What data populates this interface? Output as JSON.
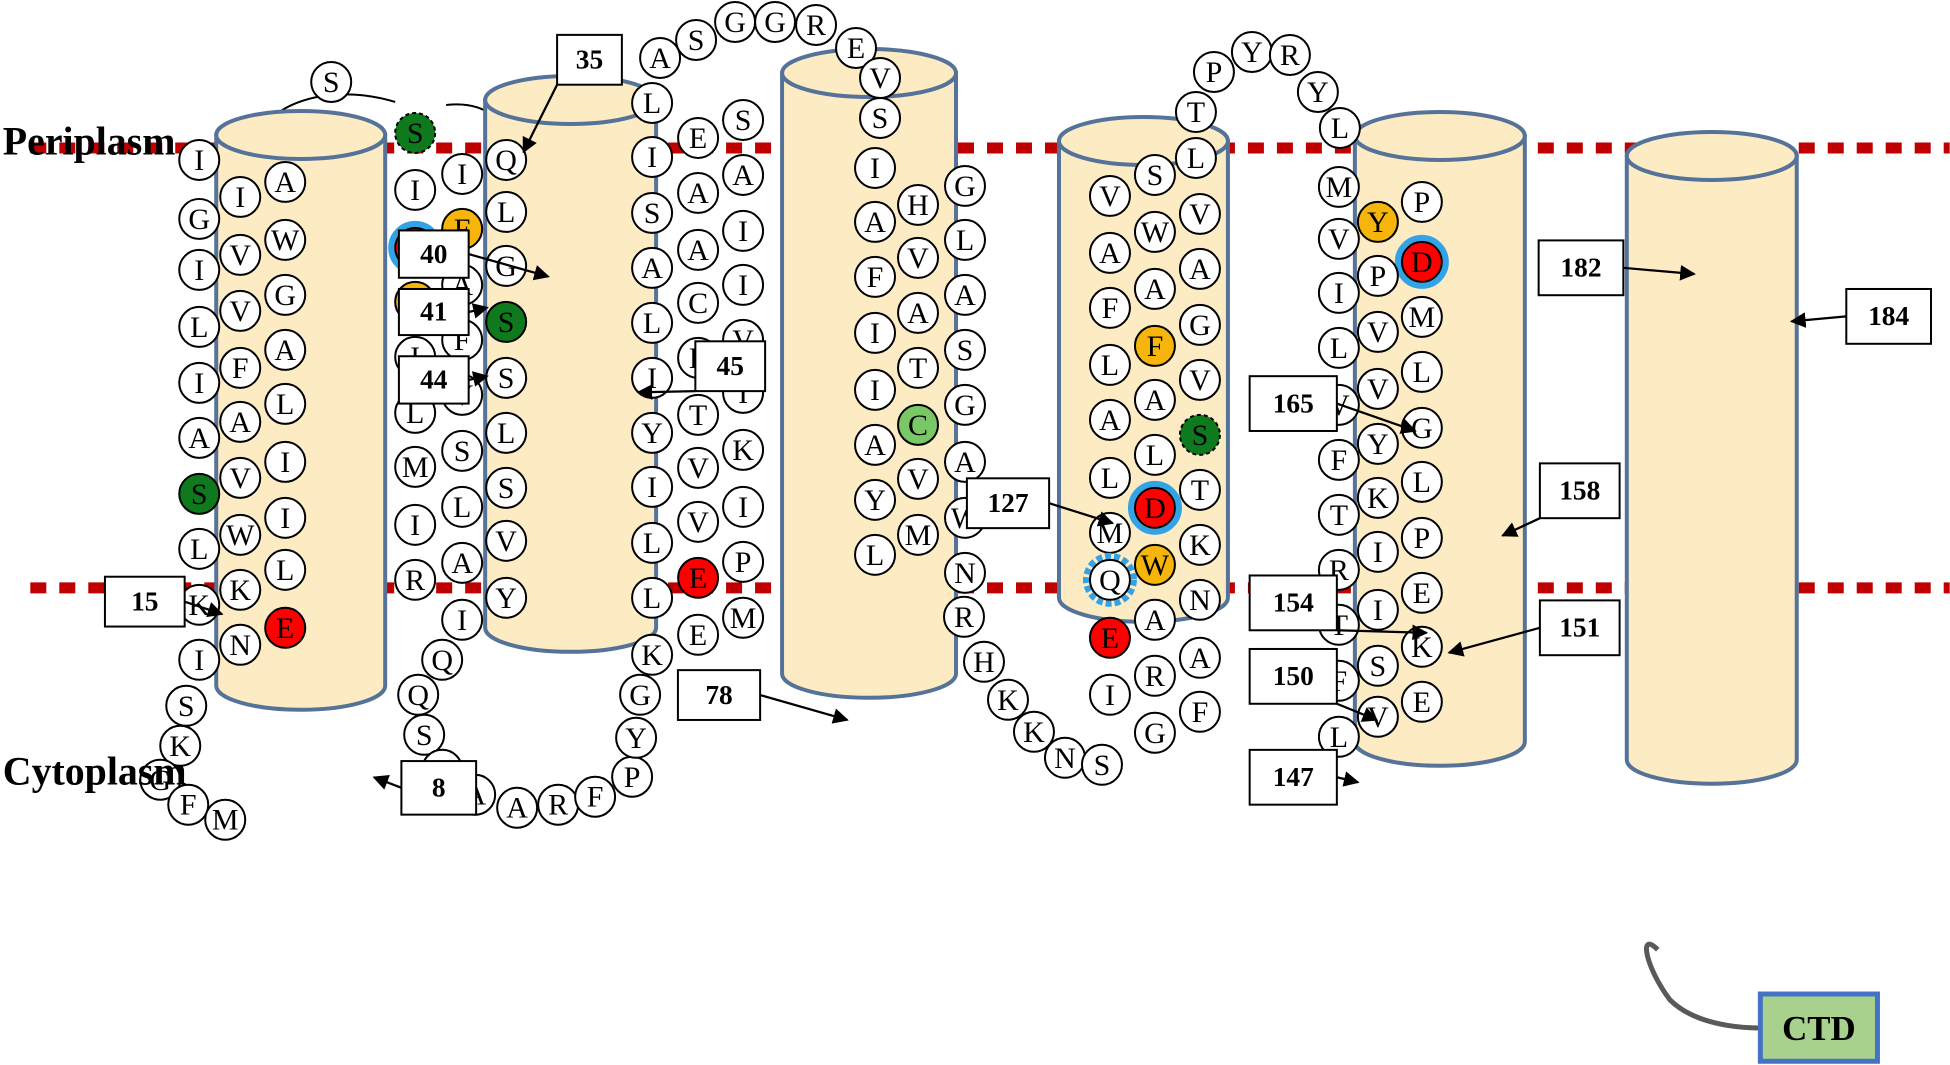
{
  "regions": {
    "periplasm": "Periplasm",
    "cytoplasm": "Cytoplasm"
  },
  "ctd_label": "CTD",
  "colors": {
    "helix_fill": "#fdebc4",
    "helix_stroke": "#557399",
    "membrane_line": "#c00000",
    "red": "#ff0000",
    "orange": "#f5b50a",
    "dark_green": "#0f7a1d",
    "light_green": "#79c766",
    "blue_ring": "#33a3e8",
    "ctd_fill": "#a9d18e",
    "ctd_stroke": "#4472c4"
  },
  "helices": [
    {
      "name": "TM1",
      "residues": [
        "I",
        "A",
        "G",
        "I",
        "W",
        "I",
        "V",
        "G",
        "L",
        "V",
        "A",
        "I",
        "F",
        "L",
        "A",
        "A",
        "L",
        "I",
        "V",
        "I",
        "S",
        "W",
        "I",
        "L",
        "K",
        "L",
        "K",
        "I",
        "N",
        "E"
      ]
    },
    {
      "name": "TM2",
      "residues": [
        "S",
        "I",
        "I",
        "Q",
        "F",
        "D",
        "L",
        "G",
        "Y",
        "A",
        "S",
        "I",
        "F",
        "S",
        "L",
        "V",
        "L",
        "M",
        "S",
        "I",
        "L",
        "S",
        "R",
        "A",
        "V",
        "I",
        "Y",
        "I",
        "S"
      ]
    },
    {
      "name": "TM3",
      "residues": [
        "A",
        "L",
        "E",
        "S",
        "A",
        "I",
        "A",
        "S",
        "I",
        "A",
        "A",
        "I",
        "C",
        "L",
        "L",
        "V",
        "I",
        "I",
        "T",
        "Y",
        "K",
        "V",
        "I",
        "I",
        "V",
        "L",
        "P",
        "E",
        "M",
        "E",
        "L",
        "K"
      ]
    },
    {
      "name": "TM4",
      "residues": [
        "I",
        "G",
        "H",
        "A",
        "L",
        "V",
        "F",
        "A",
        "A",
        "S",
        "I",
        "T",
        "I",
        "C",
        "G",
        "A",
        "V",
        "A",
        "Y",
        "W",
        "M",
        "L",
        "N"
      ]
    },
    {
      "name": "TM5",
      "residues": [
        "S",
        "V",
        "W",
        "V",
        "A",
        "A",
        "A",
        "F",
        "G",
        "F",
        "L",
        "V",
        "A",
        "L",
        "A",
        "S",
        "T",
        "L",
        "D",
        "M",
        "W",
        "K",
        "Q",
        "E",
        "N",
        "A",
        "A",
        "R",
        "I",
        "F",
        "G"
      ]
    },
    {
      "name": "TM6",
      "residues": [
        "M",
        "Y",
        "P",
        "V",
        "D",
        "P",
        "I",
        "M",
        "V",
        "L",
        "V",
        "Y",
        "G",
        "F",
        "K",
        "L",
        "T",
        "I",
        "P",
        "R",
        "I",
        "E",
        "T",
        "F",
        "S",
        "K",
        "V",
        "E",
        "L"
      ]
    }
  ],
  "loops": {
    "tm1_tm2_top": [
      "S"
    ],
    "n_terminus": [
      "S",
      "K",
      "G",
      "F",
      "M"
    ],
    "tm2_tm3_bottom": [
      "Q",
      "Q",
      "S",
      "D",
      "A",
      "A",
      "R",
      "F",
      "P",
      "Y",
      "G"
    ],
    "tm3_tm4_top": [
      "S",
      "G",
      "G",
      "R",
      "E",
      "V",
      "S"
    ],
    "tm4_tm5_bottom": [
      "R",
      "H",
      "K",
      "K",
      "N",
      "S"
    ],
    "tm5_tm6_top": [
      "L",
      "T",
      "P",
      "Y",
      "R",
      "Y",
      "L"
    ]
  },
  "callouts": [
    {
      "num": "35",
      "residue": "S"
    },
    {
      "num": "40",
      "residue": "F"
    },
    {
      "num": "41",
      "residue": "D"
    },
    {
      "num": "44",
      "residue": "Y"
    },
    {
      "num": "45",
      "residue": "S"
    },
    {
      "num": "15",
      "residue": "S"
    },
    {
      "num": "8",
      "residue": "E"
    },
    {
      "num": "78",
      "residue": "E"
    },
    {
      "num": "127",
      "residue": "C"
    },
    {
      "num": "165",
      "residue": "F"
    },
    {
      "num": "158",
      "residue": "S"
    },
    {
      "num": "154",
      "residue": "D"
    },
    {
      "num": "151",
      "residue": "W"
    },
    {
      "num": "150",
      "residue": "Q"
    },
    {
      "num": "147",
      "residue": "E"
    },
    {
      "num": "182",
      "residue": "Y"
    },
    {
      "num": "184",
      "residue": "D"
    }
  ]
}
